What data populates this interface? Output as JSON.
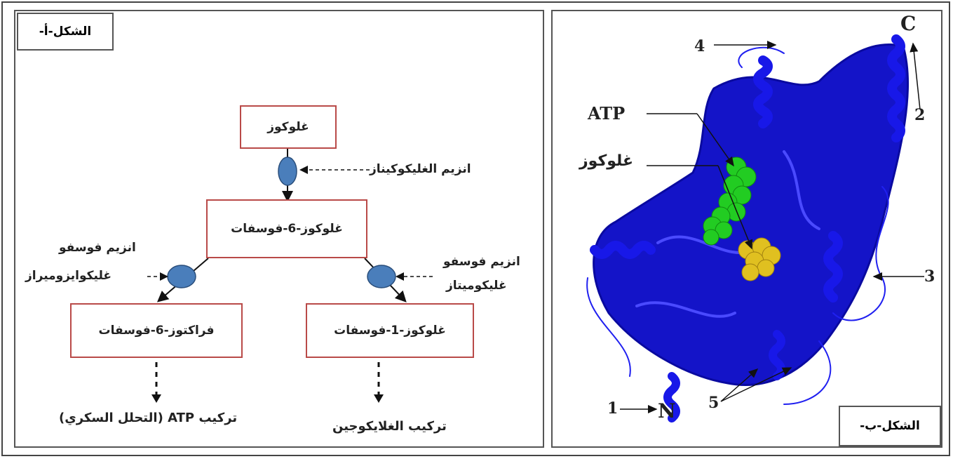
{
  "panel_a": {
    "tag": "الشكل-أ-",
    "glucose": "غلوكوز",
    "hexokinase": "انزيم الغليكوكيناز",
    "g6p": "غلوكوز-6-فوسفات",
    "isomerase_l1": "انزيم فوسفو",
    "isomerase_l2": "غليكوايزوميراز",
    "mutase_l1": "انزيم فوسفو",
    "mutase_l2": "غليكوميتاز",
    "f6p": "فراكتوز-6-فوسفات",
    "g1p": "غلوكوز-1-فوسفات",
    "atp_synthesis": "تركيب ATP (التحلل السكري)",
    "glycogen_synthesis": "تركيب الغلايكوجين"
  },
  "panel_b": {
    "tag": "الشكل-ب-",
    "label_atp": "ATP",
    "label_glucose": "غلوكوز",
    "label_c": "C",
    "label_n": "N",
    "num_1": "1",
    "num_2": "2",
    "num_3": "3",
    "num_4": "4",
    "num_5": "5"
  },
  "colors": {
    "box_border": "#b94a48",
    "enzyme_fill": "#4a7ebb",
    "protein": "#1010d0",
    "atp": "#22cc22",
    "glucose_ligand": "#e0c020"
  }
}
